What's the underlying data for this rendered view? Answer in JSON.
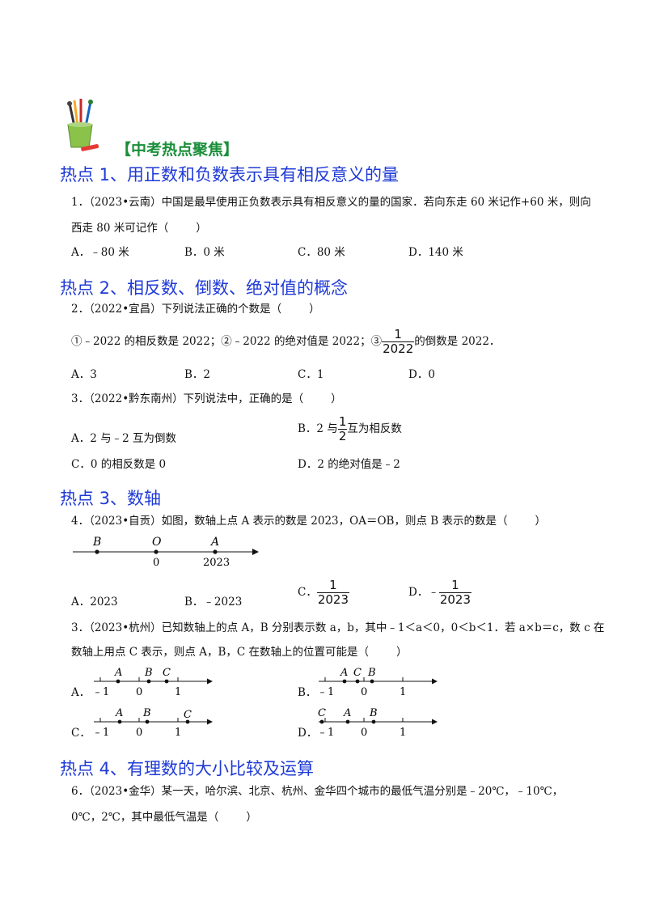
{
  "banner": "【中考热点聚焦】",
  "sections": [
    {
      "title": "热点 1、用正数和负数表示具有相反意义的量"
    },
    {
      "title": "热点 2、相反数、倒数、绝对值的概念"
    },
    {
      "title": "热点 3、数轴"
    },
    {
      "title": "热点 4、有理数的大小比较及运算"
    }
  ],
  "q1": {
    "line1": "1．（2023•云南）中国是最早使用正负数表示具有相反意义的量的国家．若向东走 60 米记作+60 米，则向",
    "line2": "西走 80 米可记作（",
    "line2_end": "）",
    "options": [
      "A．﹣80 米",
      "B．0 米",
      "C．80 米",
      "D．140 米"
    ]
  },
  "q2": {
    "stem": "2．（2022•宜昌）下列说法正确的个数是（",
    "stem_end": "）",
    "part1": "①﹣2022 的相反数是 2022；②﹣2022 的绝对值是 2022；③",
    "frac_num": "1",
    "frac_den": "2022",
    "part2": "的倒数是 2022．",
    "options": [
      "A．3",
      "B．2",
      "C．1",
      "D．0"
    ]
  },
  "q3a": {
    "stem": "3．（2022•黔东南州）下列说法中，正确的是（",
    "stem_end": "）",
    "optA": "A．2 与﹣2 互为倒数",
    "optB_pre": "B．2 与",
    "optB_num": "1",
    "optB_den": "2",
    "optB_post": "互为相反数",
    "optC": "C．0 的相反数是 0",
    "optD": "D．2 的绝对值是﹣2"
  },
  "q4": {
    "stem": "4．（2023•自贡）如图，数轴上点 A 表示的数是 2023，OA＝OB，则点 B 表示的数是（",
    "stem_end": "）",
    "axis_labels": [
      "B",
      "O",
      "A"
    ],
    "axis_ticks": [
      "0",
      "2023"
    ],
    "optA": "A．2023",
    "optB": "B．﹣2023",
    "optC_pre": "C．",
    "optC_num": "1",
    "optC_den": "2023",
    "optD_pre": "D．﹣",
    "optD_num": "1",
    "optD_den": "2023"
  },
  "q5": {
    "line1": "3．（2023•杭州）已知数轴上的点 A，B 分别表示数 a，b，其中﹣1＜a＜0，0＜b＜1．若 a×b＝c，数 c 在",
    "line2": "数轴上用点 C 表示，则点 A，B，C 在数轴上的位置可能是（",
    "line2_end": "）",
    "opt_letters": [
      "A．",
      "B．",
      "C．",
      "D．"
    ],
    "ticks": [
      "﹣1",
      "0",
      "1"
    ],
    "points": [
      "A",
      "B",
      "C"
    ]
  },
  "q6": {
    "line1": "6．（2023•金华）某一天，哈尔滨、北京、杭州、金华四个城市的最低气温分别是﹣20℃，﹣10℃，",
    "line2": "0℃，2℃，其中最低气温是（",
    "line2_end": "）"
  }
}
